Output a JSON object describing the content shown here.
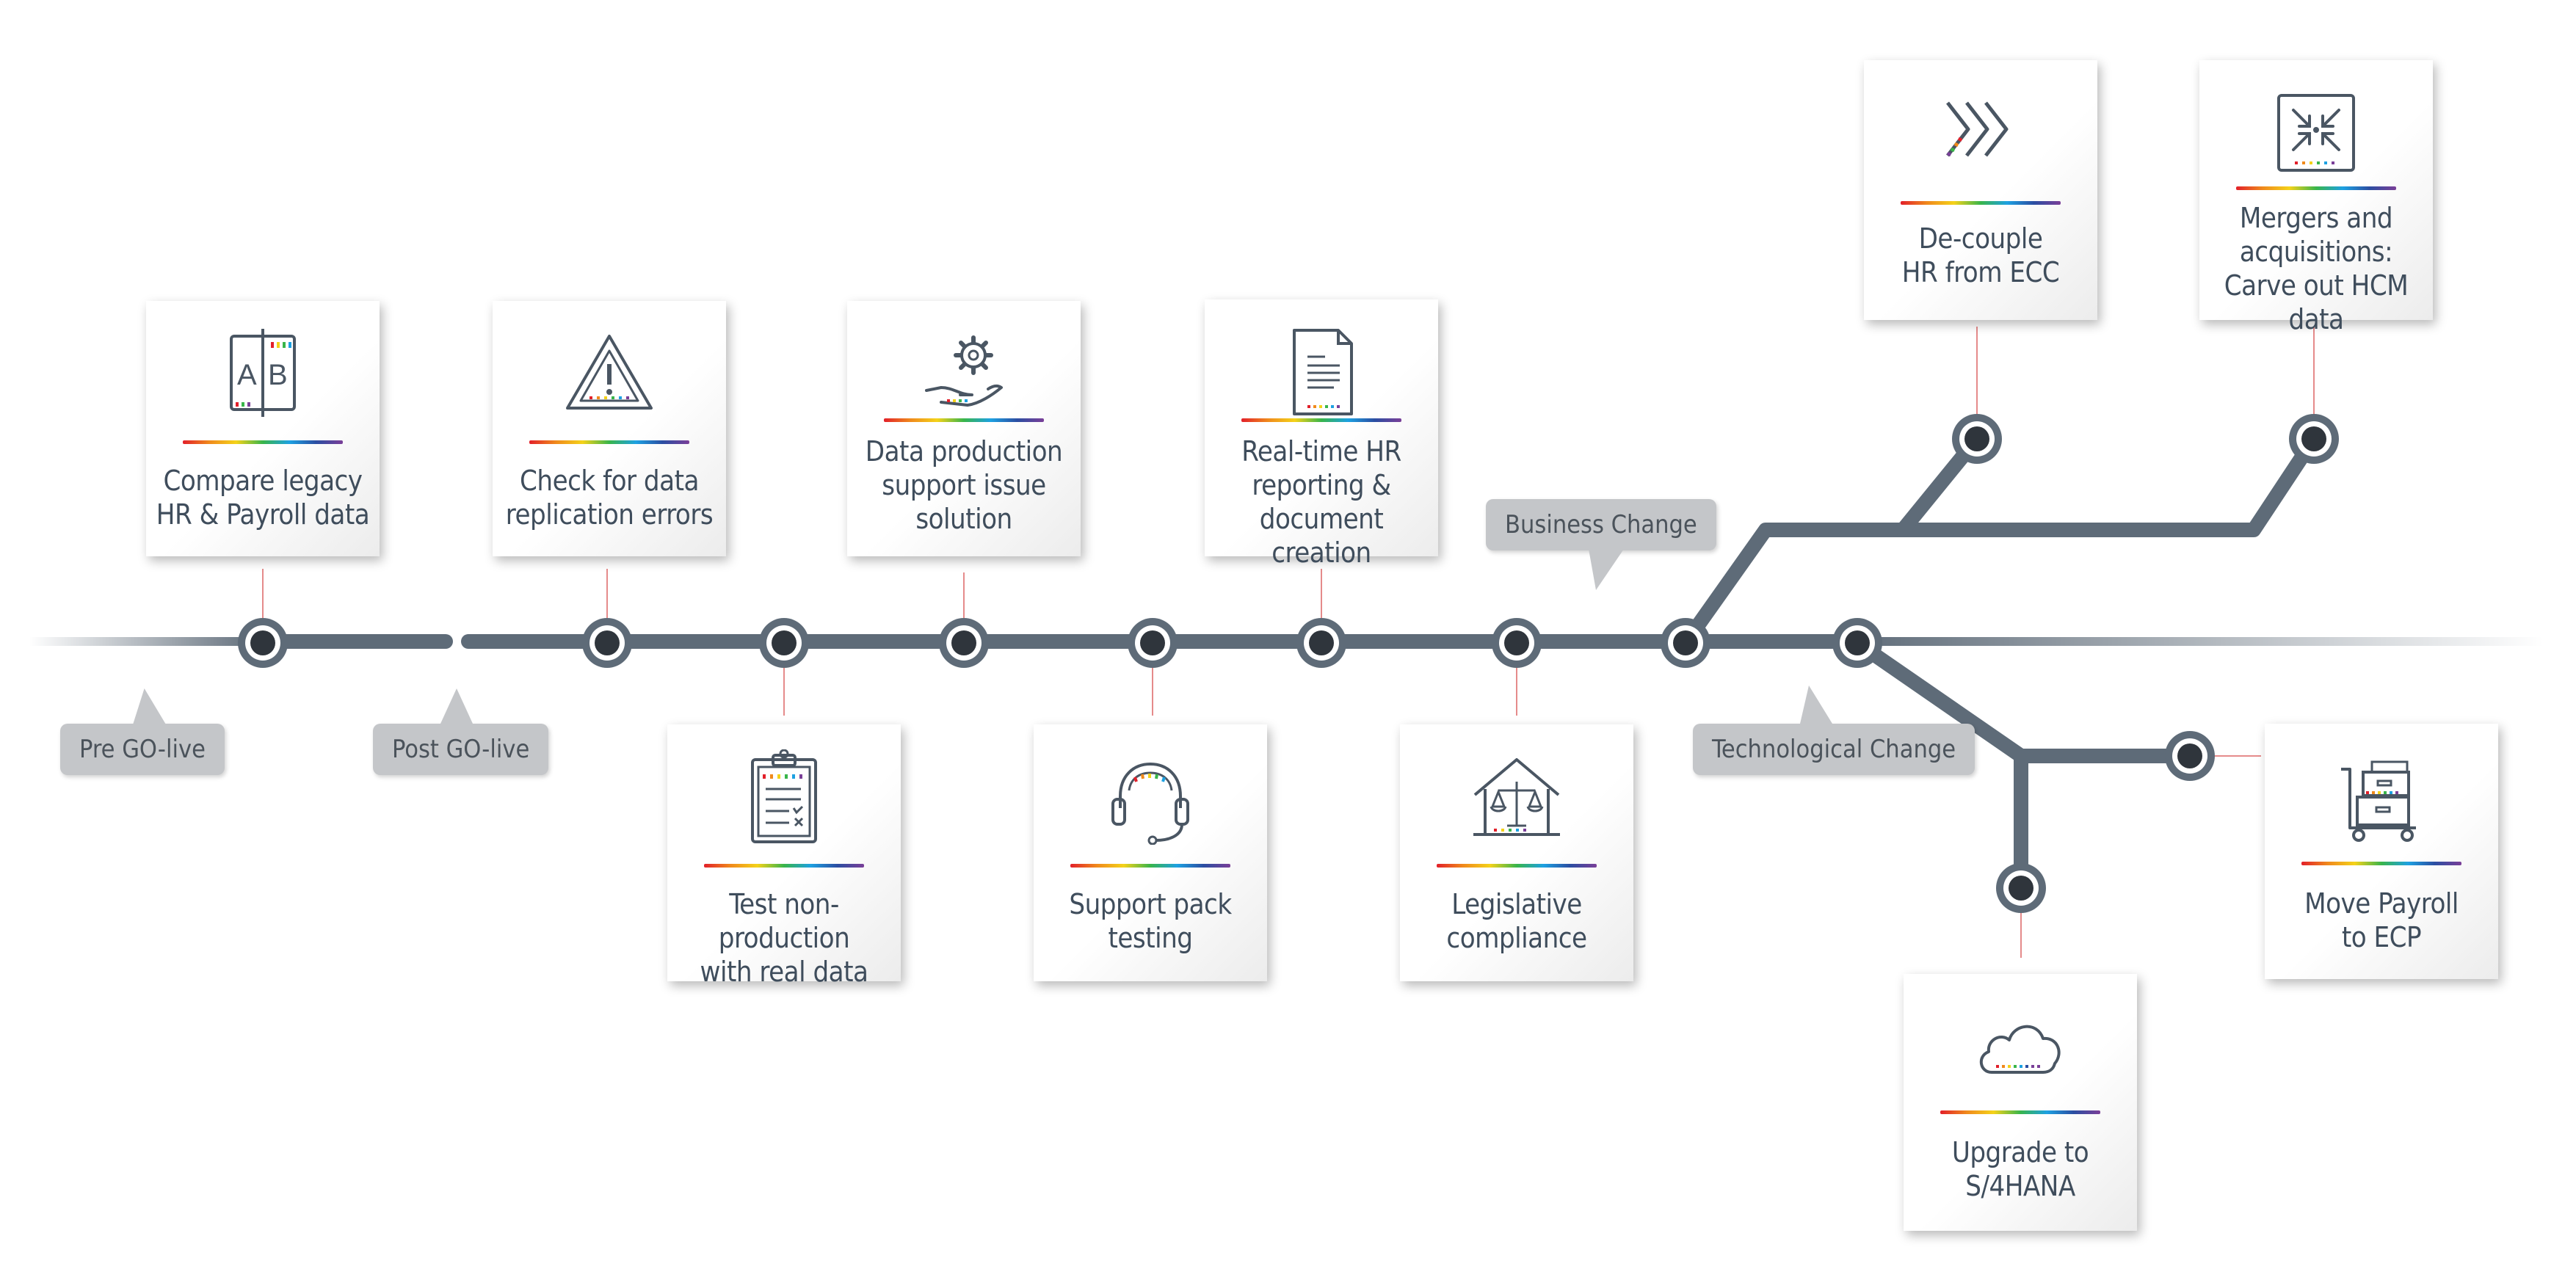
{
  "phases": {
    "pre_go_live": "Pre GO-live",
    "post_go_live": "Post GO-live",
    "business_change": "Business Change",
    "technological_change": "Technological Change"
  },
  "steps": {
    "compare": "Compare legacy\nHR & Payroll data",
    "check": "Check for data\nreplication errors",
    "test": "Test non-production\nwith real data",
    "production_support": "Data production\nsupport issue\nsolution",
    "support_pack": "Support pack\ntesting",
    "reporting": "Real-time HR\nreporting &\ndocument creation",
    "legislative": "Legislative\ncompliance",
    "decouple": "De-couple\nHR from ECC",
    "mergers": "Mergers and\nacquisitions:\nCarve out HCM data",
    "upgrade": "Upgrade to\nS/4HANA",
    "payroll": "Move Payroll\nto ECP"
  },
  "icons": {
    "compare": "ab-compare-icon",
    "check": "warning-triangle-icon",
    "test": "clipboard-checklist-icon",
    "production_support": "gear-hand-icon",
    "support_pack": "headset-icon",
    "reporting": "document-icon",
    "legislative": "law-scales-icon",
    "decouple": "chevrons-icon",
    "mergers": "arrows-converge-icon",
    "upgrade": "cloud-icon",
    "payroll": "cart-boxes-icon"
  },
  "colors": {
    "track": "#5e6b78",
    "node_dark": "#2f353c",
    "connector": "#e58b8b",
    "label_text": "#3f4d5c",
    "callout_bg": "#c4c6c9"
  }
}
